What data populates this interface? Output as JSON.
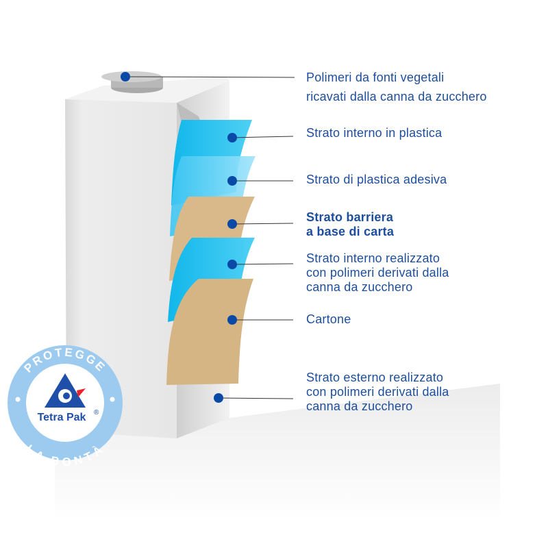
{
  "labels": {
    "cap": [
      "Polimeri da fonti vegetali",
      "ricavati dalla canna da zucchero"
    ],
    "inner_plastic": "Strato interno in plastica",
    "adhesive_plastic": "Strato di plastica adesiva",
    "paper_barrier": [
      "Strato barriera",
      "a base di carta"
    ],
    "inner_polymer": [
      "Strato interno realizzato",
      "con polimeri derivati dalla",
      "canna da zucchero"
    ],
    "cardboard": "Cartone",
    "outer_polymer": [
      "Strato esterno realizzato",
      "con polimeri derivati dalla",
      "canna da zucchero"
    ]
  },
  "badge": {
    "top_text": "PROTEGGE",
    "bottom_text": "LA BONTÀ",
    "brand": "Tetra Pak",
    "registered": "®"
  },
  "colors": {
    "label_text": "#1d4e9e",
    "dot": "#0a4aa6",
    "badge_ring": "#9ccbef",
    "plastic": "#2ec3f0",
    "paper": "#d9b88a",
    "logo_blue": "#1f4fa8",
    "logo_red": "#e8232b"
  }
}
